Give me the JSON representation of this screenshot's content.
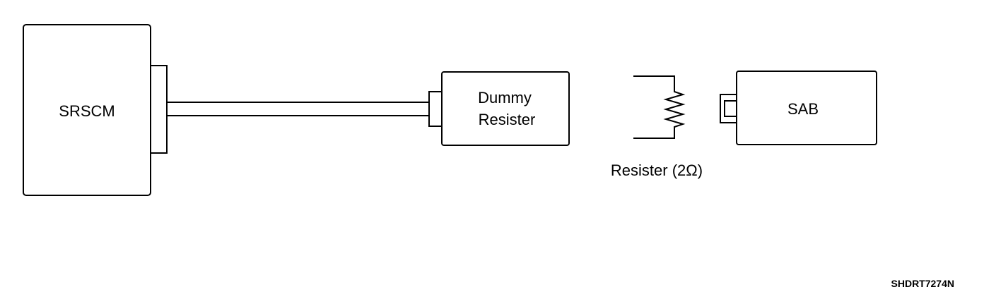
{
  "components": {
    "srscm": {
      "label": "SRSCM"
    },
    "dummy_resister": {
      "line1": "Dummy",
      "line2": "Resister"
    },
    "resister": {
      "label": "Resister (2Ω)"
    },
    "sab": {
      "label": "SAB"
    }
  },
  "figure_code": "SHDRT7274N",
  "colors": {
    "stroke": "#000000",
    "background": "#ffffff"
  }
}
